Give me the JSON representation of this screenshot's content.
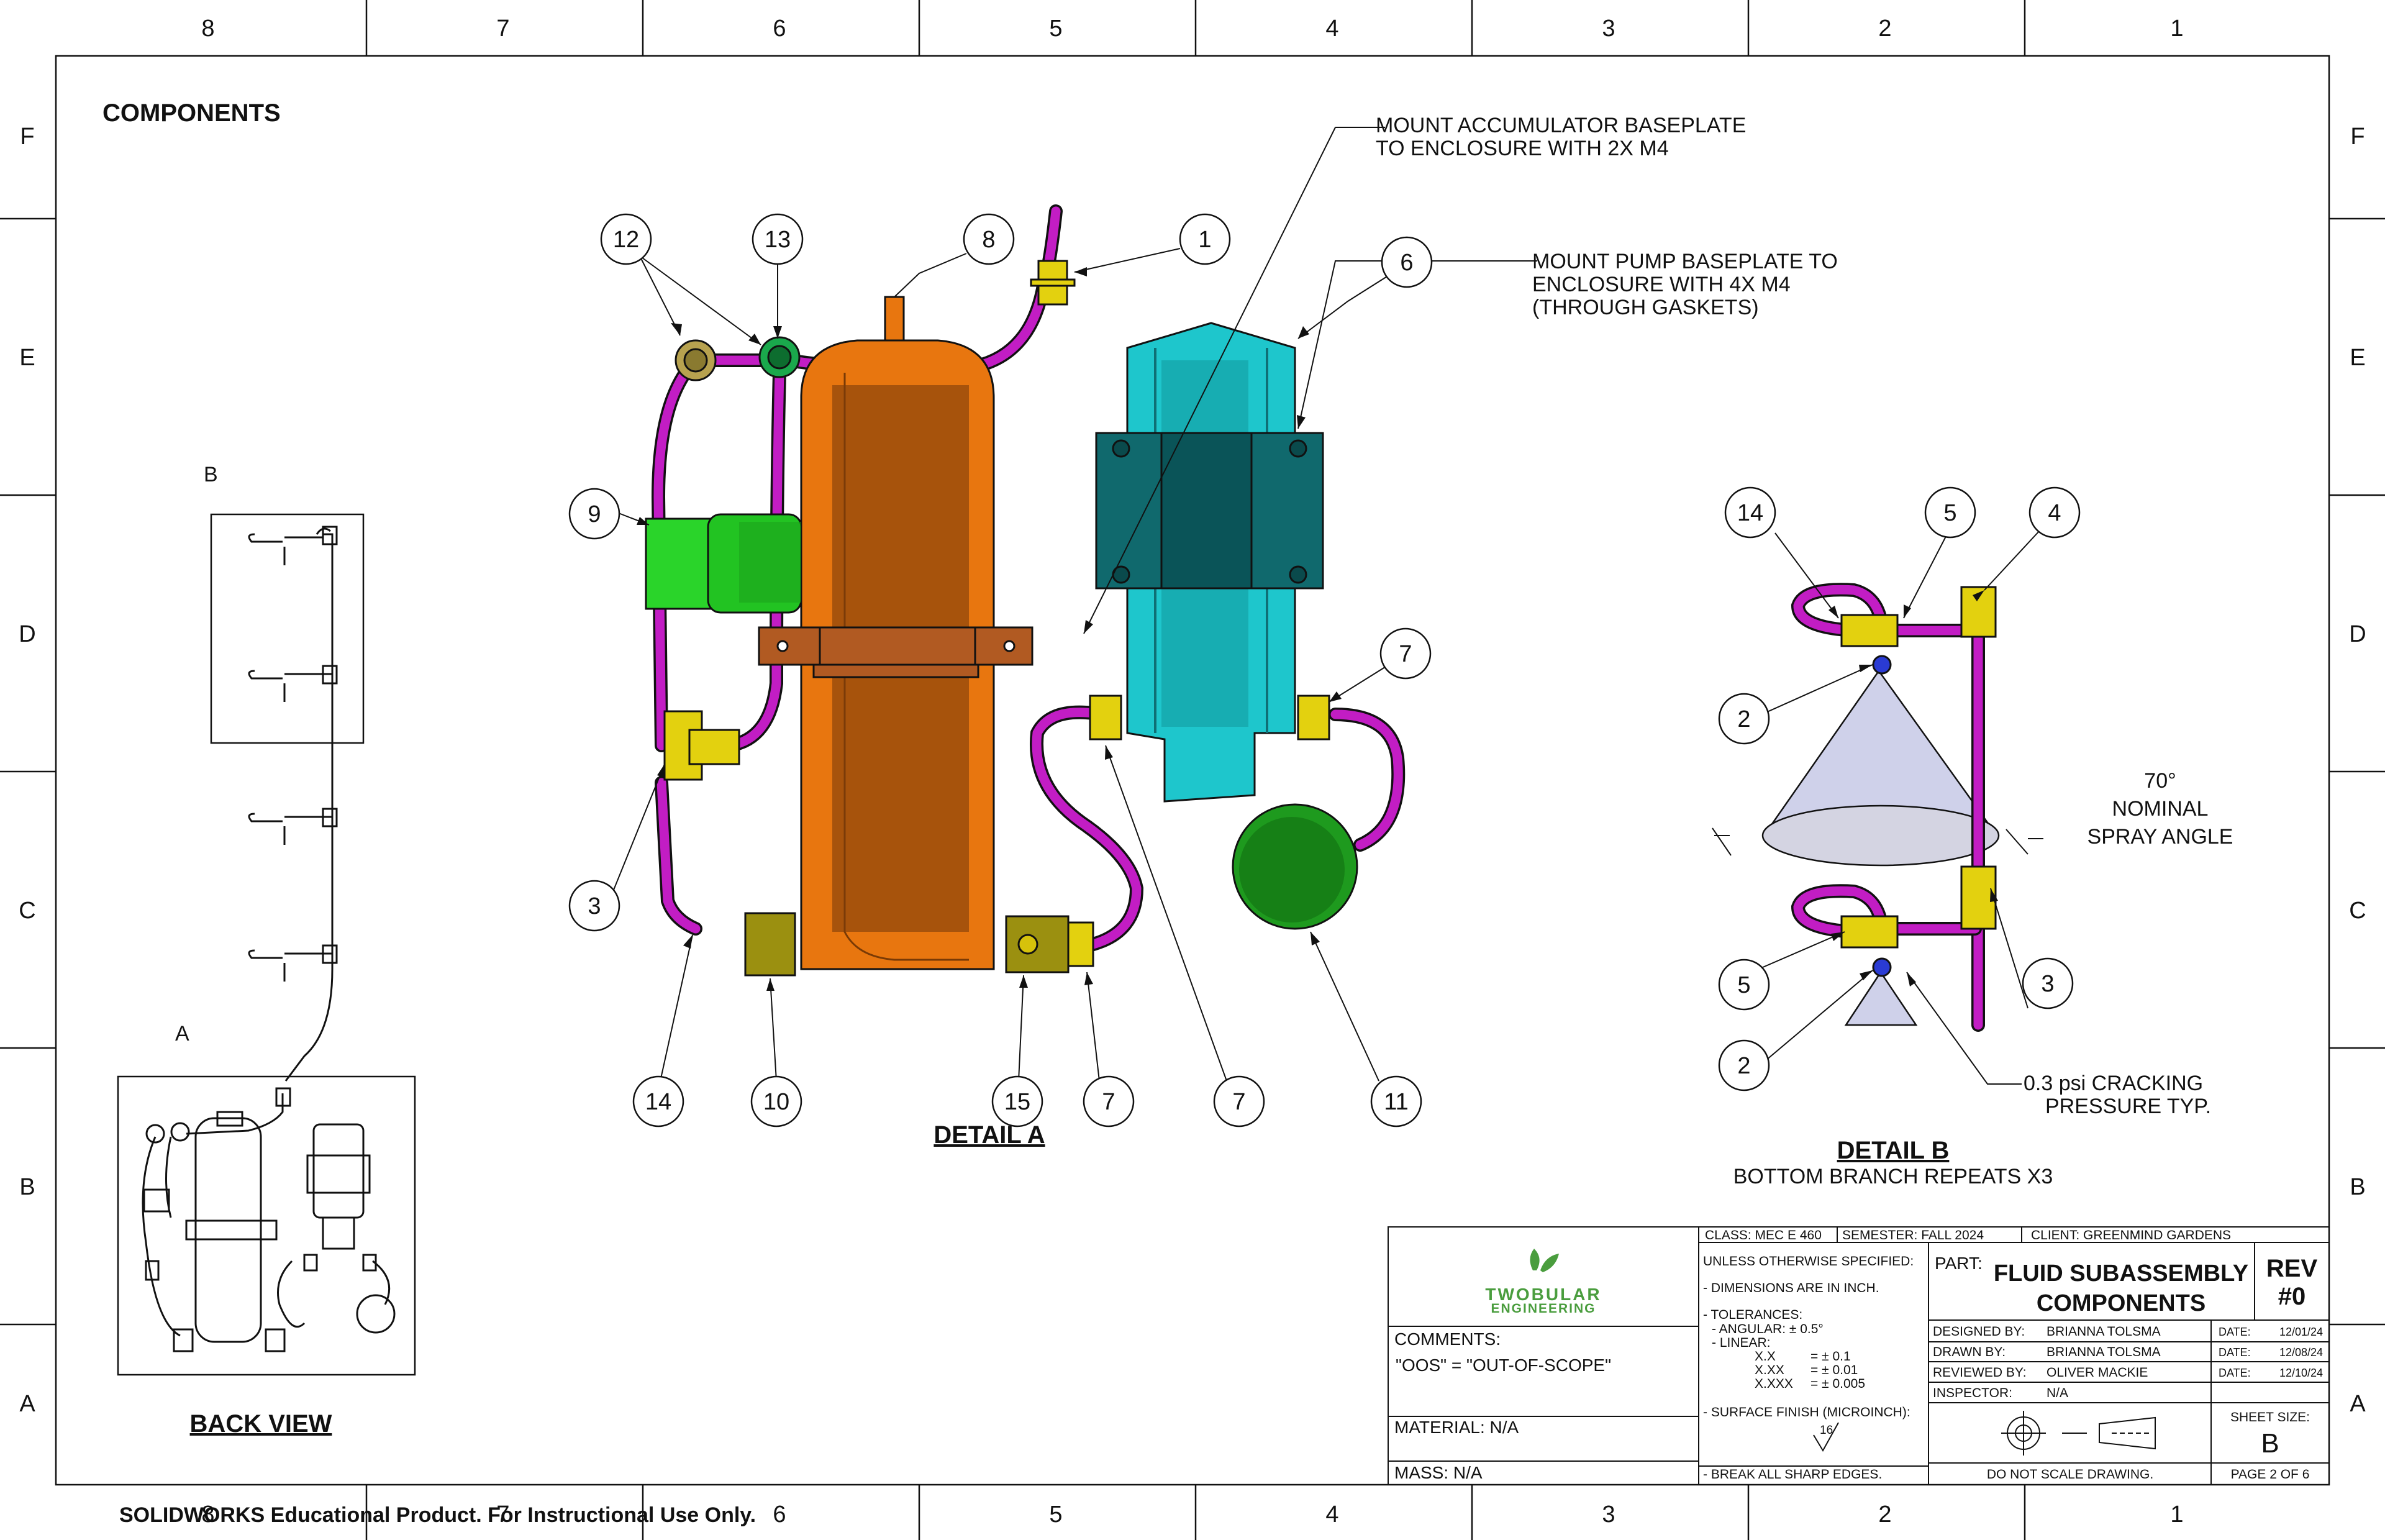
{
  "sheet": {
    "top_zones": [
      "8",
      "7",
      "6",
      "5",
      "4",
      "3",
      "2",
      "1"
    ],
    "side_zones": [
      "F",
      "E",
      "D",
      "C",
      "B",
      "A"
    ],
    "title": "COMPONENTS",
    "watermark": "SOLIDWORKS Educational Product. For Instructional Use Only."
  },
  "views": {
    "back_view": {
      "label": "BACK VIEW",
      "callout_a": "A",
      "callout_b": "B"
    },
    "detail_a": {
      "label": "DETAIL A"
    },
    "detail_b": {
      "label": "DETAIL B",
      "sublabel": "BOTTOM BRANCH REPEATS X3"
    }
  },
  "notes": {
    "accumulator": [
      "MOUNT ACCUMULATOR BASEPLATE",
      "TO ENCLOSURE WITH 2X M4"
    ],
    "pump": [
      "MOUNT PUMP BASEPLATE TO",
      "ENCLOSURE WITH 4X M4",
      "(THROUGH GASKETS)"
    ],
    "spray": [
      "70°",
      "NOMINAL",
      "SPRAY ANGLE"
    ],
    "cracking": [
      "0.3 psi CRACKING",
      "PRESSURE TYP."
    ]
  },
  "balloons_detail_a": [
    "12",
    "13",
    "8",
    "1",
    "6",
    "9",
    "7",
    "3",
    "14",
    "10",
    "15",
    "7",
    "7",
    "11"
  ],
  "balloons_detail_b": [
    "14",
    "5",
    "4",
    "2",
    "5",
    "3",
    "2"
  ],
  "title_block": {
    "logo_line1": "TWOBULAR",
    "logo_line2": "ENGINEERING",
    "comments_label": "COMMENTS:",
    "comments_value": "\"OOS\" = \"OUT-OF-SCOPE\"",
    "material": "MATERIAL:  N/A",
    "mass": "MASS: N/A",
    "class": "CLASS: MEC E 460",
    "semester": "SEMESTER: FALL 2024",
    "client": "CLIENT: GREENMIND GARDENS",
    "spec_header": "UNLESS OTHERWISE SPECIFIED:",
    "spec_dims": "- DIMENSIONS ARE IN INCH.",
    "spec_tol": "- TOLERANCES:",
    "spec_angular": "- ANGULAR: ± 0.5°",
    "spec_linear": "- LINEAR:",
    "tol_rows": [
      {
        "k": "X.X",
        "v": "= ± 0.1"
      },
      {
        "k": "X.XX",
        "v": "= ± 0.01"
      },
      {
        "k": "X.XXX",
        "v": "= ± 0.005"
      }
    ],
    "finish": "- SURFACE FINISH (MICROINCH):",
    "finish_value": "16",
    "edges": "- BREAK ALL SHARP EDGES.",
    "part_label": "PART:",
    "part_name_1": "FLUID SUBASSEMBLY",
    "part_name_2": "COMPONENTS",
    "rev_label": "REV",
    "rev_value": "#0",
    "people": [
      {
        "role": "DESIGNED BY:",
        "name": "BRIANNA TOLSMA",
        "date_label": "DATE:",
        "date": "12/01/24"
      },
      {
        "role": "DRAWN BY:",
        "name": "BRIANNA TOLSMA",
        "date_label": "DATE:",
        "date": "12/08/24"
      },
      {
        "role": "REVIEWED BY:",
        "name": "OLIVER MACKIE",
        "date_label": "DATE:",
        "date": "12/10/24"
      },
      {
        "role": "INSPECTOR:",
        "name": "N/A"
      }
    ],
    "sheet_size_label": "SHEET SIZE:",
    "sheet_size": "B",
    "no_scale": "DO NOT SCALE DRAWING.",
    "page": "PAGE 2 OF 6"
  },
  "colors": {
    "tube": "#c21dc4",
    "fitting": "#e3d10f",
    "accumulator": "#e8760f",
    "pump": "#1ec6cc",
    "pump_bracket": "#10696d",
    "solenoid": "#2ad42a",
    "filter": "#1e9a1e",
    "base": "#b15a22",
    "logo_green": "#4a9d3e"
  }
}
